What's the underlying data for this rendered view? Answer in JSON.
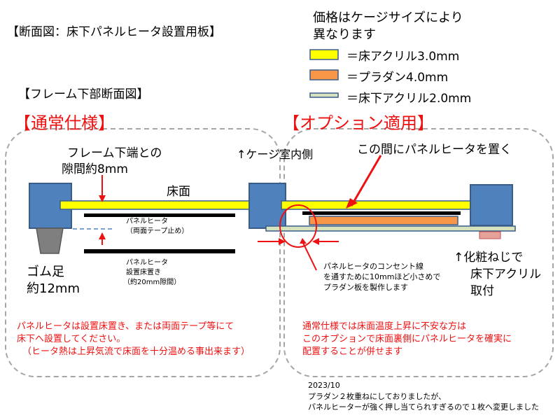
{
  "title": "【断面図：床下パネルヒータ設置用板】",
  "price_note": [
    "価格はケージサイズにより",
    "異なります"
  ],
  "legend": [
    {
      "label": "＝床アクリル3.0mm",
      "color": "#ffff00"
    },
    {
      "label": "＝プラダン4.0mm",
      "color": "#f79646"
    },
    {
      "label": "＝床下アクリル2.0mm",
      "color": "#d6e3bc"
    }
  ],
  "frame_title": "【フレーム下部断面図】",
  "standard_title": "【通常仕様】",
  "option_title": "【オプション適用】",
  "gap_label": [
    "フレーム下端との",
    "隙間約8mm"
  ],
  "floor_label": "床面",
  "cage_inner": "↑ケージ室内側",
  "place_here": "この間にパネルヒータを置く",
  "heater_tape": [
    "パネルヒータ",
    "（両面テープ止め）"
  ],
  "heater_floor": [
    "パネルヒータ",
    "設置床置き",
    "（約20mm隙間）"
  ],
  "rubber_foot": [
    "ゴム足",
    "約12mm"
  ],
  "screw_label": [
    "↑化粧ねじで",
    "床下アクリル",
    "取付"
  ],
  "outlet_note": [
    "パネルヒータのコンセント線",
    "を通すために10mmほど小さめで",
    "プラダン板を製作します"
  ],
  "standard_note": [
    "パネルヒータは設置床置き、または両面テープ等にて",
    "床下へ設置してください。",
    "（ヒータ熱は上昇気流で床面を十分温める事出来ます）"
  ],
  "option_note": [
    "通常仕様では床面温度上昇に不安な方は",
    "このオプションで床面裏側にパネルヒータを確実に",
    "配置することが併せます"
  ],
  "update_note": [
    "2023/10",
    "プラダン２枚重ねにしておりましたが、",
    "パネルヒーターが強く押し当てられすぎるので１枚へ変更しました"
  ],
  "colors": {
    "accent_red": "#ee1111",
    "frame_blue": "#4f81bd",
    "frame_border": "#385d8a",
    "rubber": "#7f7f7f",
    "screw": "#e6a19a"
  }
}
